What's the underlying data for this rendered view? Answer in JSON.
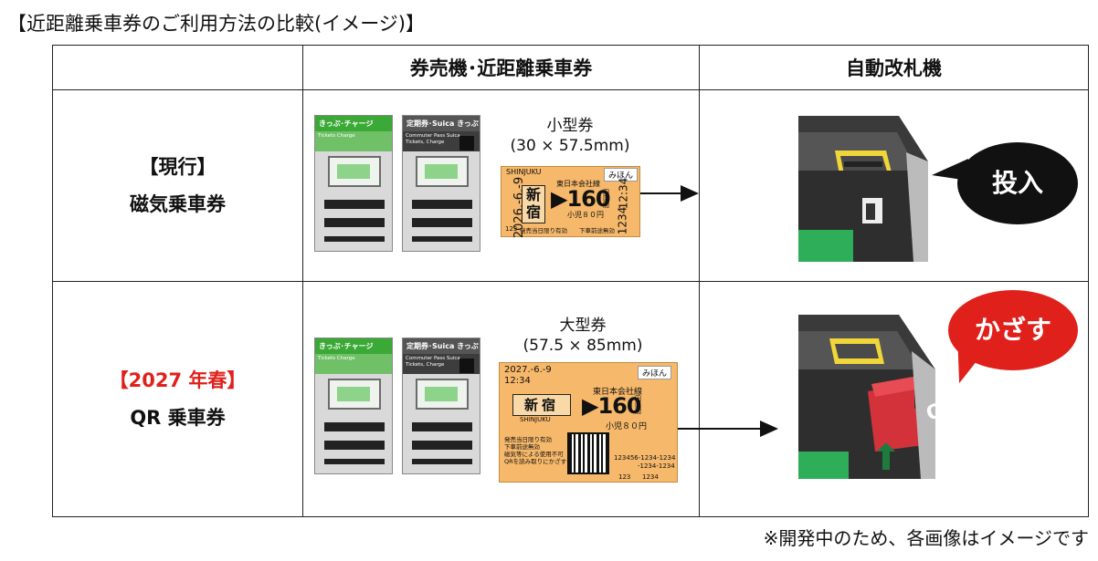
{
  "page_title": "【近距離乗車券のご利用方法の比較(イメージ)】",
  "table": {
    "col_headers": [
      "",
      "券売機･近距離乗車券",
      "自動改札機"
    ],
    "rows": [
      {
        "label_line1": "【現行】",
        "label_line2": "磁気乗車券",
        "label_color": "#111111",
        "machine_green_header": "きっぷ･チャージ",
        "machine_green_strip": "Tickets Charge",
        "machine_gray_header": "定期券･Suica きっぷ･チャージ",
        "machine_gray_strip": "Commuter Pass Suica Tickets, Charge",
        "ticket_type": "小型券",
        "ticket_size": "(30 × 57.5mm)",
        "ticket": {
          "header": "SHINJUKU",
          "mihon": "みほん",
          "date": "2026.-6.-9",
          "station": "新宿",
          "line": "東日本会社線",
          "fare": "▶160",
          "fare_unit": "円区間",
          "child": "小児８０円",
          "time": "12:34",
          "number": "1234",
          "code": "123",
          "validity": "発売当日限り有効",
          "no_stopover": "下車前途無効"
        },
        "gate_action": "投入",
        "gate_action_color": "#111111"
      },
      {
        "label_line1": "【2027 年春】",
        "label_line2": "QR 乗車券",
        "label_color": "#e0201b",
        "machine_green_header": "きっぷ･チャージ",
        "machine_green_strip": "Tickets Charge",
        "machine_gray_header": "定期券･Suica きっぷ･チャージ",
        "machine_gray_strip": "Commuter Pass Suica Tickets, Charge",
        "ticket_type": "大型券",
        "ticket_size": "(57.5 × 85mm)",
        "ticket": {
          "date": "2027.-6.-9",
          "time": "12:34",
          "mihon": "みほん",
          "station": "新宿",
          "station_en": "SHINJUKU",
          "line": "東日本会社線",
          "fare": "▶160",
          "fare_unit": "円区間",
          "child": "小児８０円",
          "notes": [
            "発売当日限り有効",
            "下車前途無効",
            "磁気等による使用不可",
            "QRを読み取りにかざす→"
          ],
          "serial1": "123456-1234-1234",
          "serial2": "-1234-1234",
          "code": "123",
          "number": "1234"
        },
        "gate_action": "かざす",
        "gate_action_color": "#e0201b",
        "gate_qr_label": "QR"
      }
    ]
  },
  "footnote": "※開発中のため、各画像はイメージです"
}
